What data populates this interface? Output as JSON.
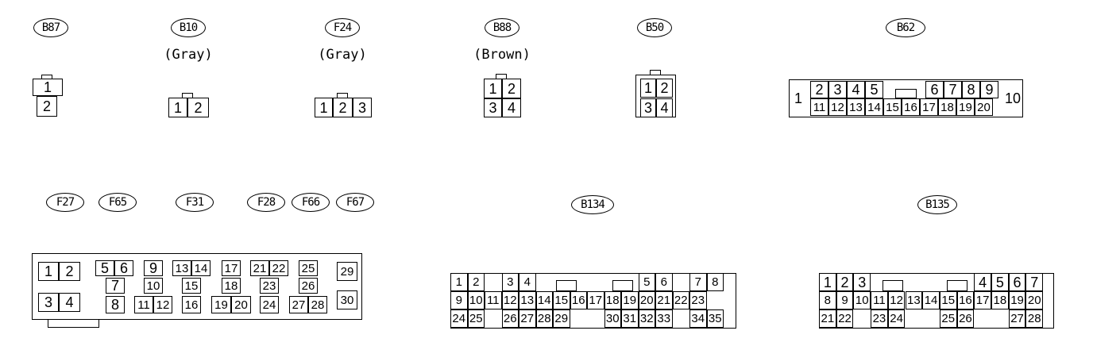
{
  "connectors": [
    {
      "label": "B87",
      "subtitle": "",
      "pins": [
        "1",
        "2"
      ]
    },
    {
      "label": "B10",
      "subtitle": "(Gray)",
      "pins": [
        "1",
        "2"
      ]
    },
    {
      "label": "F24",
      "subtitle": "(Gray)",
      "pins": [
        "1",
        "2",
        "3"
      ]
    },
    {
      "label": "B88",
      "subtitle": "(Brown)",
      "pins": [
        "1",
        "2",
        "3",
        "4"
      ]
    },
    {
      "label": "B50",
      "subtitle": "",
      "pins": [
        "1",
        "2",
        "3",
        "4"
      ]
    },
    {
      "label": "B62",
      "subtitle": "",
      "pins": [
        "1",
        "2",
        "3",
        "4",
        "5",
        "6",
        "7",
        "8",
        "9",
        "10",
        "11",
        "12",
        "13",
        "14",
        "15",
        "16",
        "17",
        "18",
        "19",
        "20"
      ]
    },
    {
      "labels": [
        "F27",
        "F65",
        "F31",
        "F28",
        "F66",
        "F67"
      ],
      "pins": [
        "1",
        "2",
        "3",
        "4",
        "5",
        "6",
        "7",
        "8",
        "9",
        "10",
        "11",
        "12",
        "13",
        "14",
        "15",
        "16",
        "17",
        "18",
        "19",
        "20",
        "21",
        "22",
        "23",
        "24",
        "25",
        "26",
        "27",
        "28",
        "29",
        "30"
      ]
    },
    {
      "label": "B134",
      "subtitle": "",
      "pins": [
        "1",
        "2",
        "3",
        "4",
        "5",
        "6",
        "7",
        "8",
        "9",
        "10",
        "11",
        "12",
        "13",
        "14",
        "15",
        "16",
        "17",
        "18",
        "19",
        "20",
        "21",
        "22",
        "23",
        "24",
        "25",
        "26",
        "27",
        "28",
        "29",
        "30",
        "31",
        "32",
        "33",
        "34",
        "35"
      ]
    },
    {
      "label": "B135",
      "subtitle": "",
      "pins": [
        "1",
        "2",
        "3",
        "4",
        "5",
        "6",
        "7",
        "8",
        "9",
        "10",
        "11",
        "12",
        "13",
        "14",
        "15",
        "16",
        "17",
        "18",
        "19",
        "20",
        "21",
        "22",
        "23",
        "24",
        "25",
        "26",
        "27",
        "28"
      ]
    }
  ]
}
